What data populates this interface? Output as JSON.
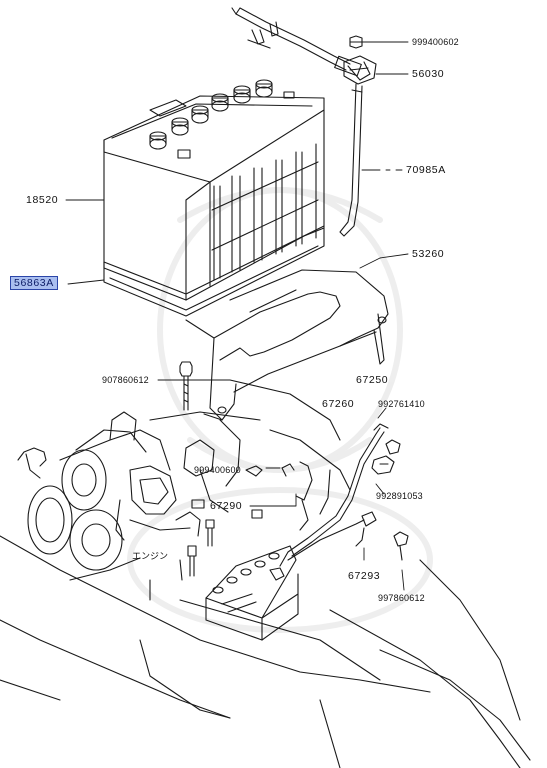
{
  "labels": {
    "l999400602": "999400602",
    "l56030": "56030",
    "l70985a": "70985A",
    "l18520": "18520",
    "l53260": "53260",
    "l56863a": "56863A",
    "l907860612": "907860612",
    "l67250": "67250",
    "l67260": "67260",
    "l992761410": "992761410",
    "l999400600": "999400600",
    "l992891053": "992891053",
    "l67290": "67290",
    "l67293": "67293",
    "l997860612": "997860612",
    "engine_jp": "エンジン"
  },
  "colors": {
    "line": "#1a1a1a",
    "highlight_bg": "#aabff0",
    "highlight_border": "#2b45a8",
    "watermark": "#ececec"
  }
}
